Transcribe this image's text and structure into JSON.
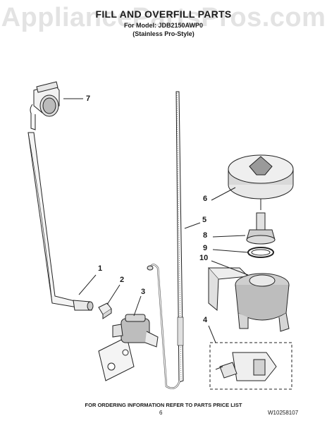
{
  "watermark": "AppliancePartsPros.com",
  "header": {
    "title": "FILL AND OVERFILL PARTS",
    "model_line": "For Model: JDB2150AWP0",
    "style_line": "(Stainless Pro-Style)"
  },
  "callouts": [
    "1",
    "2",
    "3",
    "4",
    "5",
    "6",
    "7",
    "8",
    "9",
    "10"
  ],
  "footer": {
    "ordering_note": "FOR ORDERING INFORMATION REFER TO PARTS PRICE LIST",
    "page_number": "6",
    "document_number": "W10258107"
  }
}
